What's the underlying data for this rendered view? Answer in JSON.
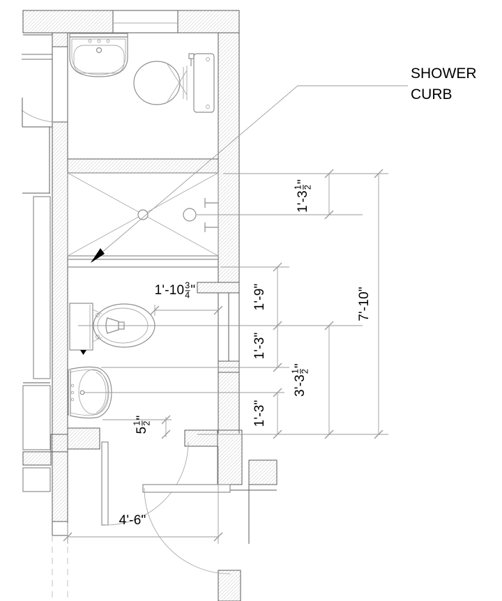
{
  "annotation": {
    "line1": "SHOWER",
    "line2": "CURB"
  },
  "dims": {
    "valve": {
      "pre": "1'-3",
      "num": "1",
      "den": "2",
      "post": "\""
    },
    "curb_toilet": {
      "text": "1'-9\""
    },
    "toilet_sink": {
      "text": "1'-3\""
    },
    "sink_wall": {
      "text": "1'-3\""
    },
    "toilet_wall": {
      "pre": "3'-3",
      "num": "1",
      "den": "2",
      "post": "\""
    },
    "overall": {
      "text": "7'-10\""
    },
    "toilet_clear": {
      "pre": "1'-10",
      "num": "3",
      "den": "4",
      "post": "\""
    },
    "sink_gap": {
      "pre": "5",
      "num": "1",
      "den": "2",
      "post": "\""
    },
    "door": {
      "text": "4'-6\""
    }
  },
  "colors": {
    "ink": "#000000",
    "wall-edge": "#5a5a5a",
    "fixture": "#8e8e8e",
    "fixture-light": "#a9a9a9",
    "dimension": "#9a9a9a",
    "dashed": "#c6c6c6",
    "hatch": "#d6d6d6",
    "background": "#ffffff"
  }
}
